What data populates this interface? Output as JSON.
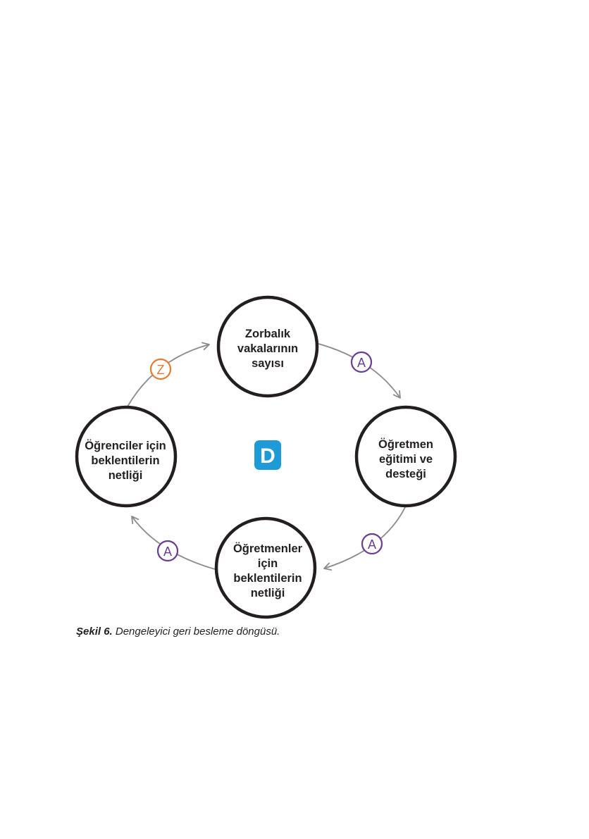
{
  "diagram": {
    "center_label": "D",
    "nodes": {
      "top": [
        "Zorbalık",
        "vakalarının",
        "sayısı"
      ],
      "right": [
        "Öğretmen",
        "eğitimi ve",
        "desteği"
      ],
      "bottom": [
        "Öğretmenler",
        "için",
        "beklentilerin",
        "netliği"
      ],
      "left": [
        "Öğrenciler için",
        "beklentilerin",
        "netliği"
      ]
    },
    "links": {
      "top_to_right": "A",
      "right_to_bottom": "A",
      "bottom_to_left": "A",
      "left_to_top": "Z"
    },
    "colors": {
      "node_stroke": "#231f20",
      "arrow": "#8a8a8a",
      "badge_A": "#6a3c94",
      "badge_Z": "#ea7a2e",
      "center_fill": "#1e9ad6"
    }
  },
  "caption": {
    "lead": "Şekil 6.",
    "text": " Dengeleyici geri besleme döngüsü."
  }
}
